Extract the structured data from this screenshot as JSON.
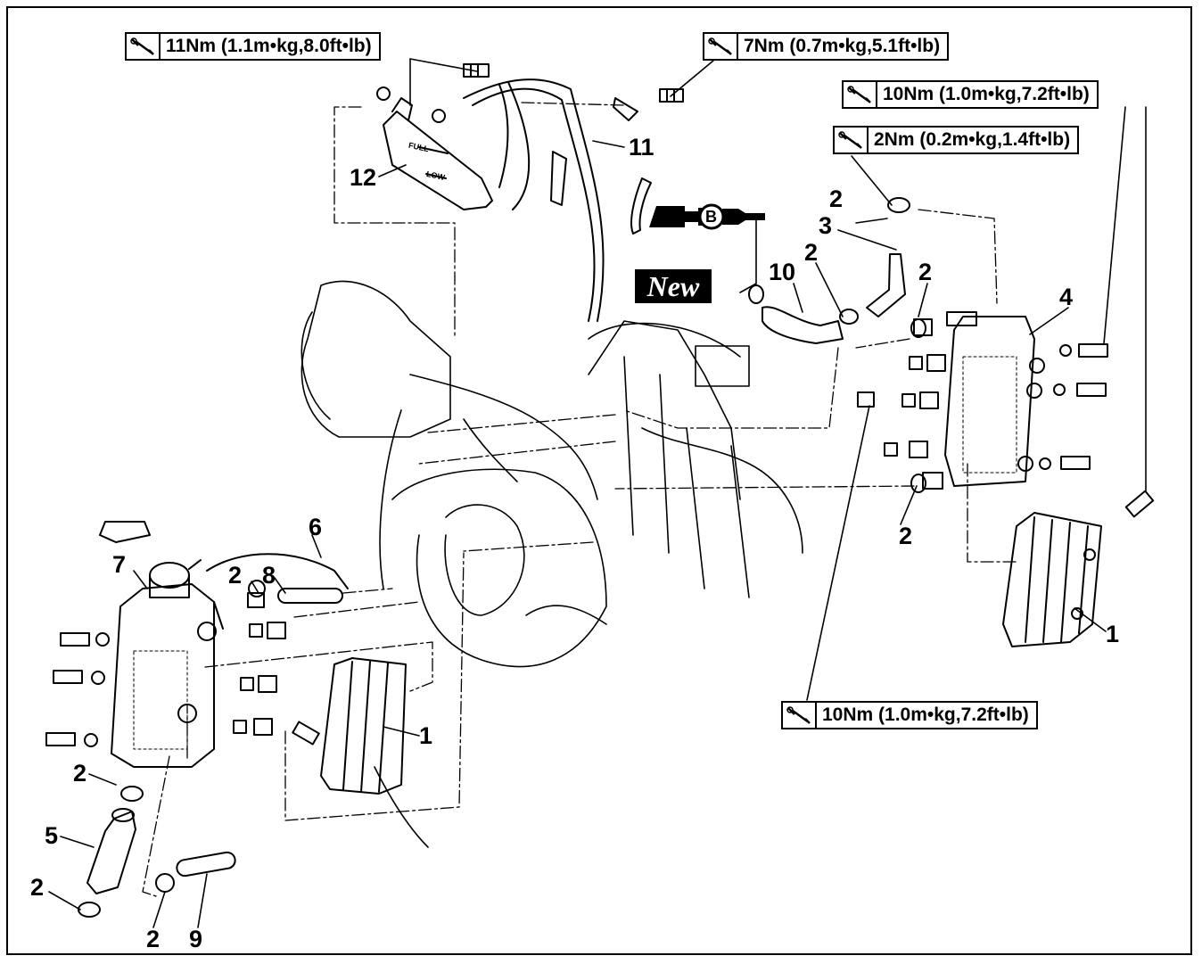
{
  "torque_specs": [
    {
      "id": "t11",
      "text": "11Nm (1.1m•kg,8.0ft•lb)"
    },
    {
      "id": "t7",
      "text": "7Nm (0.7m•kg,5.1ft•lb)"
    },
    {
      "id": "t10a",
      "text": "10Nm (1.0m•kg,7.2ft•lb)"
    },
    {
      "id": "t2",
      "text": "2Nm (0.2m•kg,1.4ft•lb)"
    },
    {
      "id": "t10b",
      "text": "10Nm (1.0m•kg,7.2ft•lb)"
    }
  ],
  "callouts": {
    "c11": "11",
    "c12": "12",
    "c2a": "2",
    "c3": "3",
    "c2b": "2",
    "c10": "10",
    "c2c": "2",
    "c4": "4",
    "c2d": "2",
    "c1a": "1",
    "c6": "6",
    "c7": "7",
    "c2e": "2",
    "c8": "8",
    "c1b": "1",
    "c2f": "2",
    "c5": "5",
    "c2g": "2",
    "c2h": "2",
    "c9": "9"
  },
  "new_label": "New",
  "b_label": "B",
  "tank_labels": {
    "full": "FULL",
    "low": "LOW"
  },
  "icons": [
    "torque-wrench-icon",
    "lubricant-b-icon"
  ]
}
